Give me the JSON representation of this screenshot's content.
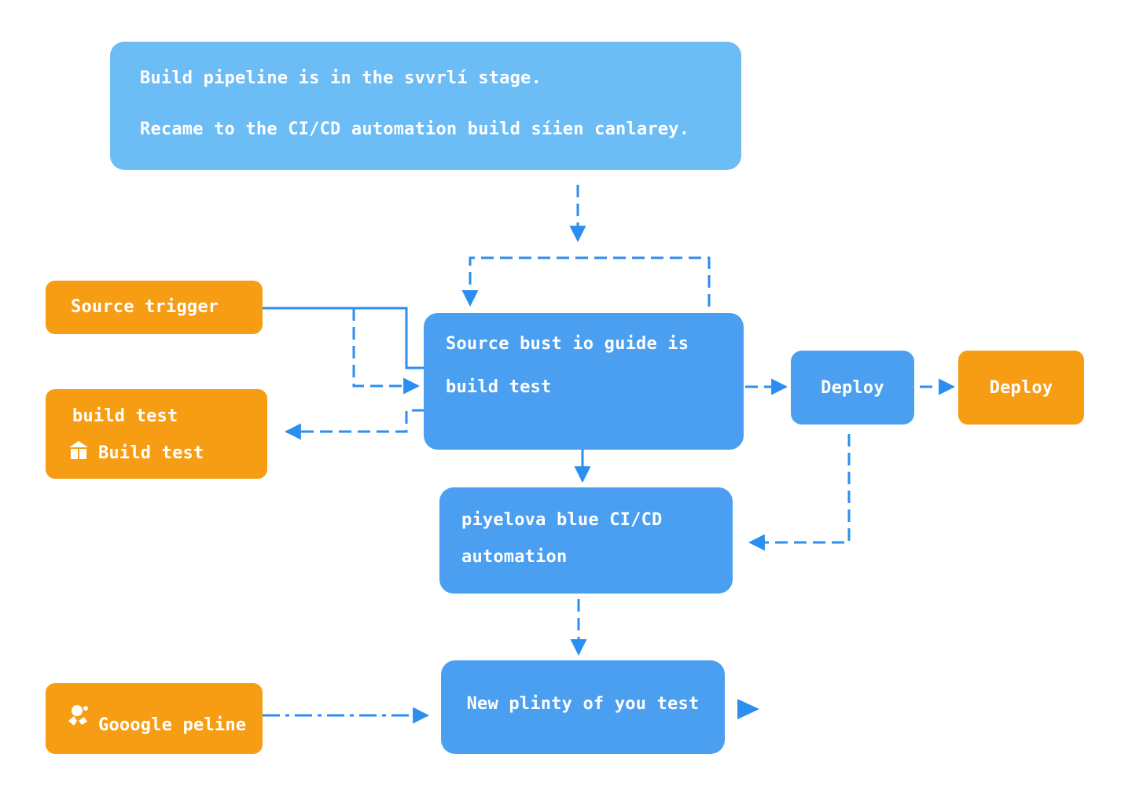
{
  "colors": {
    "light_blue": "#6cbcf5",
    "blue": "#4a9ff0",
    "orange": "#f69d14",
    "connector": "#2b8ef0"
  },
  "header": {
    "line1": "Build pipeline is in the svvrlí stage.",
    "line2": "Recame to the CI/CD automation build síien canlarey."
  },
  "nodes": {
    "source_trigger": {
      "label": "Source  trigger"
    },
    "build_test": {
      "line1": "build test",
      "line2": "Build test",
      "icon": "building-icon"
    },
    "google": {
      "label": "Gooogle peline",
      "icon": "people-icon"
    },
    "main": {
      "line1": "Source bust io guide is",
      "line2": "build test"
    },
    "deploy_blue": {
      "label": "Deploy"
    },
    "deploy_orange": {
      "label": "Deploy"
    },
    "automation": {
      "line1": "piyelova blue CI/CD",
      "line2": "automation"
    },
    "bottom": {
      "label": "New plinty of you test"
    }
  }
}
